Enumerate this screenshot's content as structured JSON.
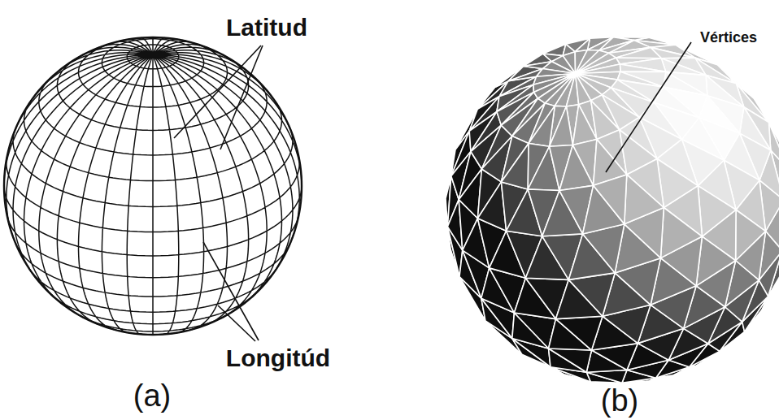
{
  "diagram": {
    "labels": [
      "Latitud",
      "Vértices",
      "Longitúd",
      "(a)",
      "(b)"
    ]
  }
}
